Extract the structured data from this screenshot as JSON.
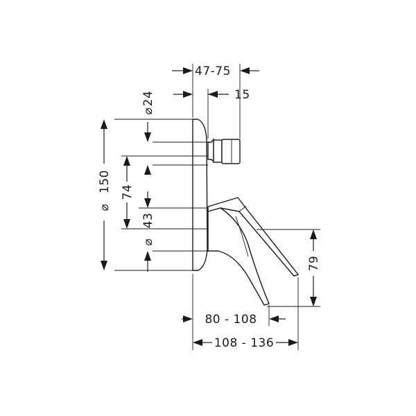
{
  "dimensions": {
    "depth_range": "47-75",
    "depth_short": "15",
    "dia_24": "24",
    "height_150": "150",
    "height_74": "74",
    "height_43": "43",
    "spout_79": "79",
    "reach_80_108": "80 - 108",
    "reach_108_136": "108 - 136",
    "dia_symbol": "⌀"
  },
  "colors": {
    "line": "#1a1a1a",
    "background": "#ffffff"
  }
}
